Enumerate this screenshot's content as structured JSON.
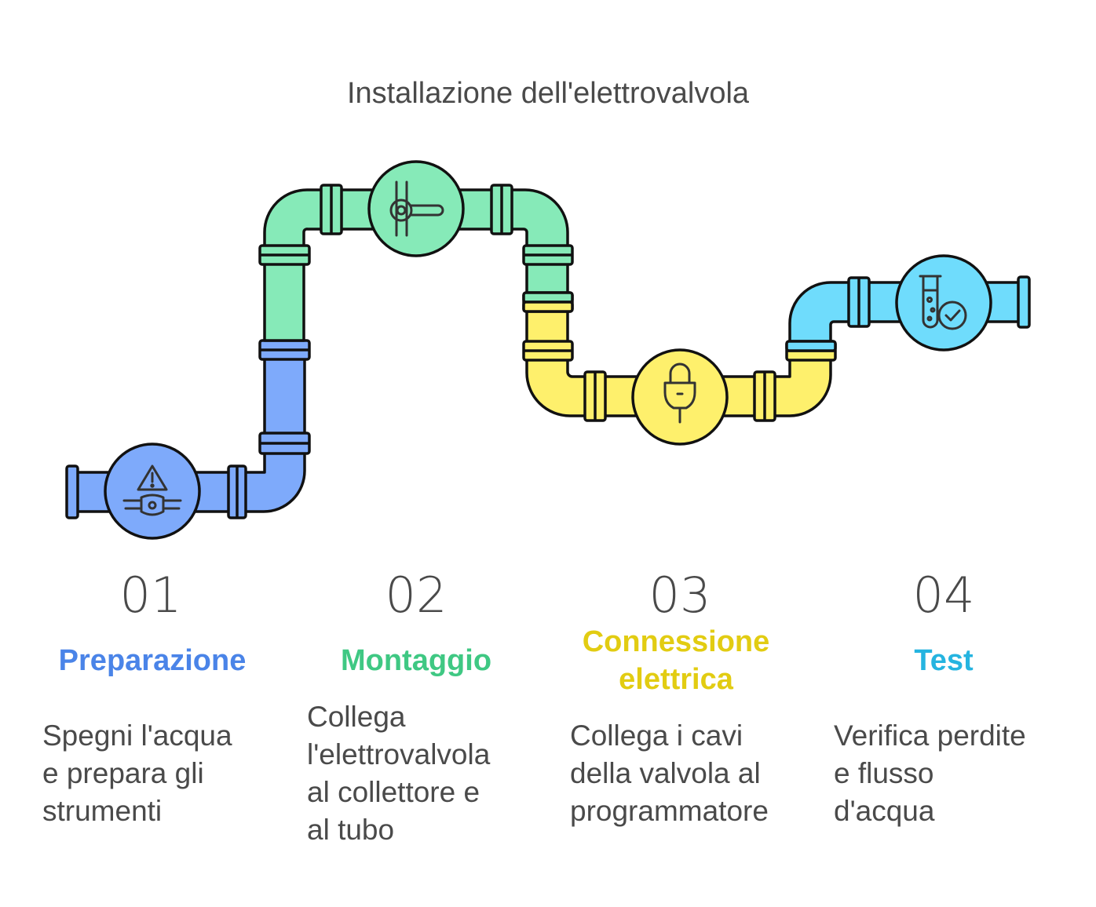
{
  "title": "Installazione dell'elettrovalvola",
  "colors": {
    "blue": "#7eaafb",
    "green": "#86eab8",
    "yellow": "#fef06c",
    "cyan": "#6fdcfc",
    "title_blue": "#4a84e8",
    "title_green": "#3fc883",
    "title_yellow": "#e2cc12",
    "title_cyan": "#25b4e0"
  },
  "steps": [
    {
      "number": "01",
      "title": "Preparazione",
      "desc": [
        "Spegni l'acqua",
        "e prepara gli",
        "strumenti"
      ],
      "icon": "warning-valve-icon"
    },
    {
      "number": "02",
      "title": "Montaggio",
      "desc": [
        "Collega",
        "l'elettrovalvola",
        "al collettore e",
        "al tubo"
      ],
      "icon": "valve-handle-icon"
    },
    {
      "number": "03",
      "title_lines": [
        "Connessione",
        "elettrica"
      ],
      "desc": [
        "Collega i cavi",
        "della valvola al",
        "programmatore"
      ],
      "icon": "plug-icon"
    },
    {
      "number": "04",
      "title": "Test",
      "desc": [
        "Verifica perdite",
        "e flusso",
        "d'acqua"
      ],
      "icon": "test-tube-check-icon"
    }
  ]
}
